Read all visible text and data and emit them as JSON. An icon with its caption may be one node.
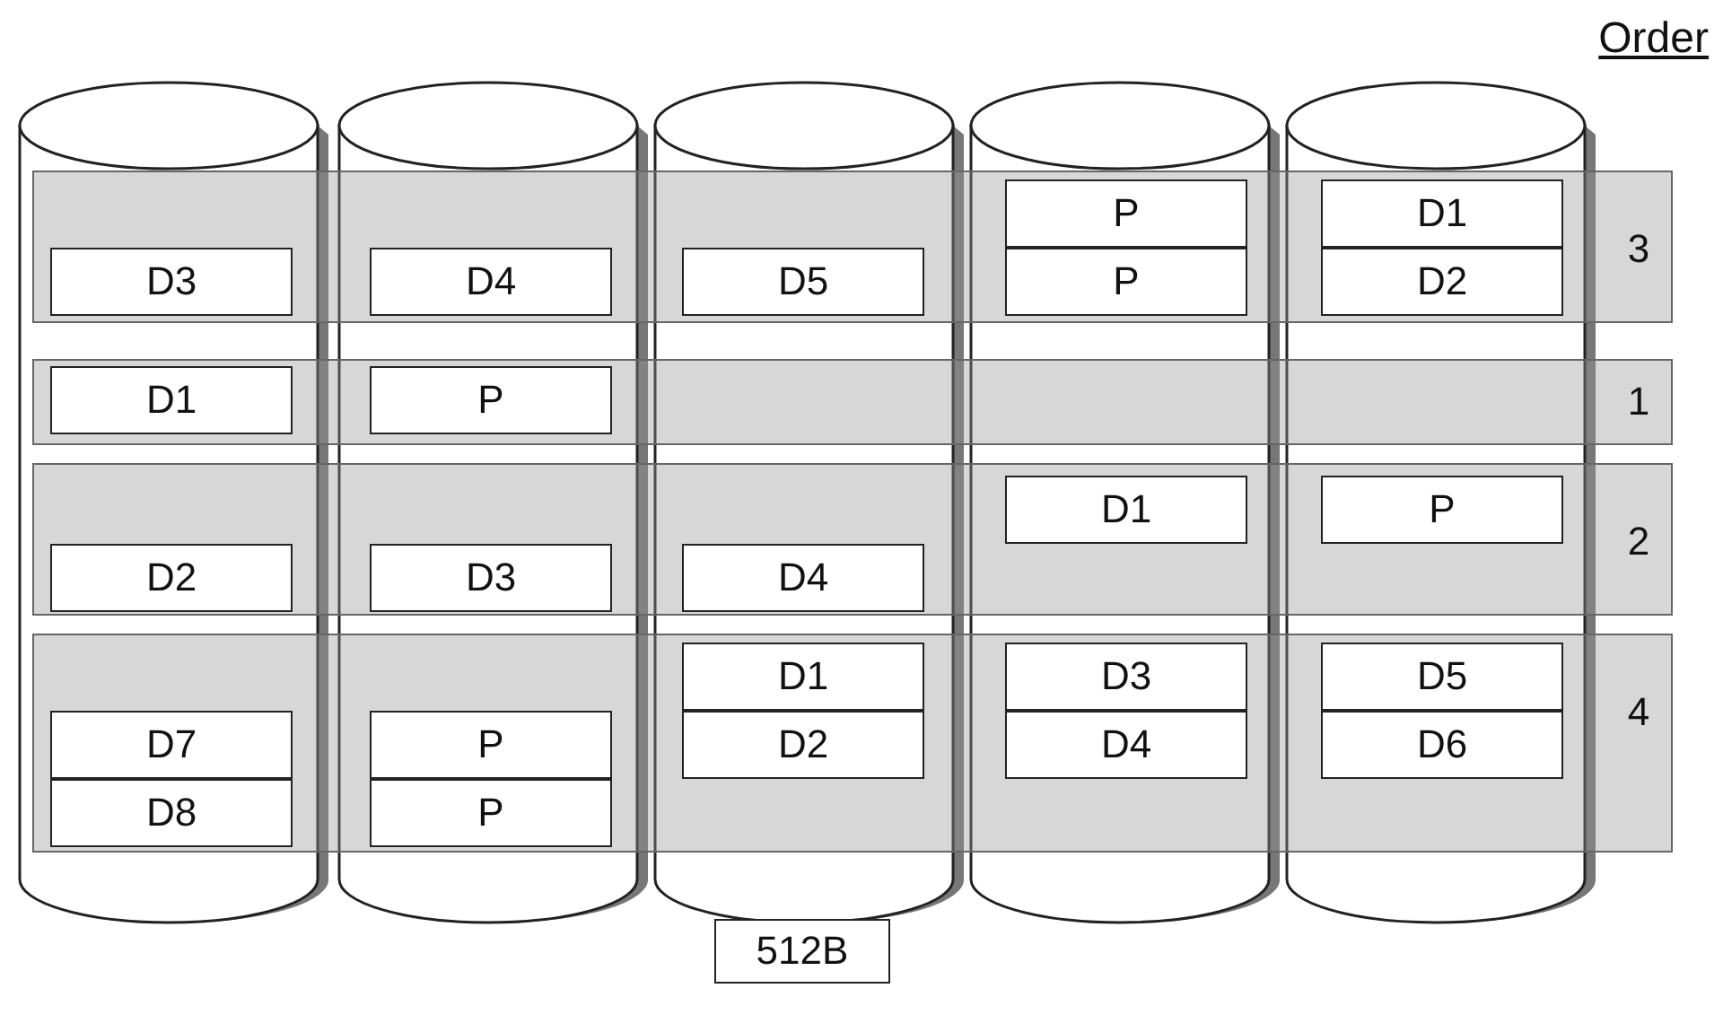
{
  "diagram": {
    "nodes": [
      {
        "text": [],
        "shape": "cylinder"
      },
      {
        "text": [],
        "shape": "cylinder"
      },
      {
        "text": [],
        "shape": "cylinder"
      },
      {
        "text": [],
        "shape": "cylinder"
      },
      {
        "text": [],
        "shape": "cylinder"
      },
      {
        "text": [
          "3"
        ]
      },
      {
        "text": [
          "P"
        ]
      },
      {
        "text": [
          "D1"
        ]
      },
      {
        "text": [
          "D3"
        ]
      },
      {
        "text": [
          "D4"
        ]
      },
      {
        "text": [
          "D5"
        ]
      },
      {
        "text": [
          "P"
        ]
      },
      {
        "text": [
          "D2"
        ]
      },
      {
        "text": [
          "1"
        ]
      },
      {
        "text": [
          "D1"
        ]
      },
      {
        "text": [
          "P"
        ]
      },
      {
        "text": [
          "2"
        ]
      },
      {
        "text": [
          "D1"
        ]
      },
      {
        "text": [
          "P"
        ]
      },
      {
        "text": [
          "D2"
        ]
      },
      {
        "text": [
          "D3"
        ]
      },
      {
        "text": [
          "D4"
        ]
      },
      {
        "text": [
          "4"
        ]
      },
      {
        "text": [
          "D1"
        ]
      },
      {
        "text": [
          "D3"
        ]
      },
      {
        "text": [
          "D5"
        ]
      },
      {
        "text": [
          "D7"
        ]
      },
      {
        "text": [
          "P"
        ]
      },
      {
        "text": [
          "D2"
        ]
      },
      {
        "text": [
          "D4"
        ]
      },
      {
        "text": [
          "D6"
        ]
      },
      {
        "text": [
          "D8"
        ]
      },
      {
        "text": [
          "P"
        ]
      },
      {
        "text": [
          "512B"
        ]
      }
    ],
    "labels": [
      "Order"
    ]
  }
}
